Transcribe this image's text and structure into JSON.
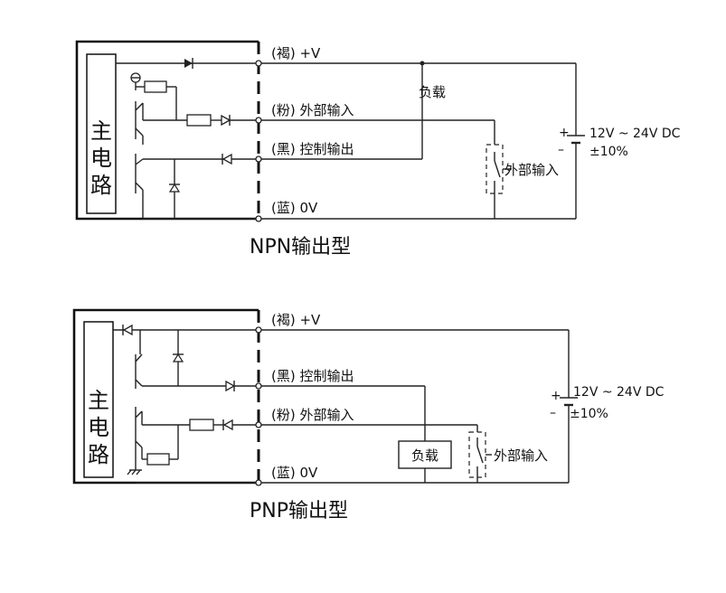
{
  "npn": {
    "main_circuit_label": "主电路",
    "wire_vplus": "(褐) +V",
    "wire_ext_input": "(粉) 外部输入",
    "wire_output": "(黑) 控制输出",
    "wire_zero": "(蓝) 0V",
    "load_label": "负载",
    "switch_label": "外部输入",
    "supply_voltage": "12V ~ 24V DC",
    "supply_tolerance": "±10%",
    "plus_sign": "+",
    "minus_sign": "–",
    "title": "NPN输出型"
  },
  "pnp": {
    "main_circuit_label": "主电路",
    "wire_vplus": "(褐) +V",
    "wire_output": "(黑) 控制输出",
    "wire_ext_input": "(粉) 外部输入",
    "wire_zero": "(蓝) 0V",
    "load_label": "负载",
    "switch_label": "外部输入",
    "supply_voltage": "12V ~ 24V DC",
    "supply_tolerance": "±10%",
    "plus_sign": "+",
    "minus_sign": "–",
    "title": "PNP输出型"
  }
}
